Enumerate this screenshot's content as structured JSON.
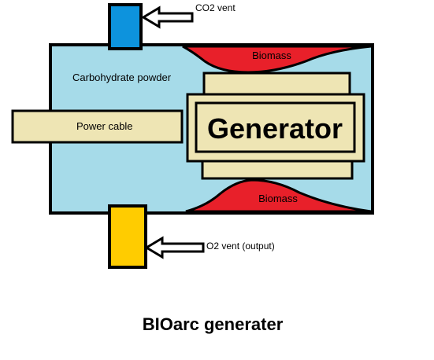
{
  "diagram": {
    "title": "BIOarc generater",
    "co2_vent_label": "CO2 vent",
    "o2_vent_label": "O2 vent (output)",
    "carbohydrate_label": "Carbohydrate powder",
    "power_cable_label": "Power cable",
    "generator_label": "Generator",
    "biomass_top_label": "Biomass",
    "biomass_bottom_label": "Biomass"
  },
  "colors": {
    "chamber": "#a6dbe9",
    "biomass": "#e8202a",
    "co2_vent": "#0d93dd",
    "o2_vent": "#ffcc00",
    "generator_body": "#eee5b4",
    "outline": "#000000",
    "background": "#ffffff"
  },
  "icons": {
    "co2_arrow": "arrow-left-icon",
    "o2_arrow": "arrow-left-icon"
  }
}
